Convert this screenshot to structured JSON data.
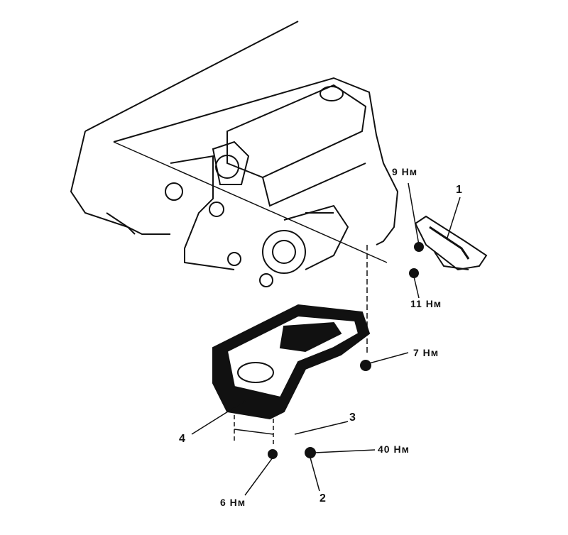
{
  "diagram": {
    "labels": {
      "torque_9": "9 Нм",
      "part_1": "1",
      "torque_11": "11 Нм",
      "torque_7": "7 Нм",
      "part_3": "3",
      "torque_40": "40 Нм",
      "part_4": "4",
      "torque_6": "6 Нм",
      "part_2": "2"
    },
    "colors": {
      "ink": "#111111",
      "background": "#ffffff"
    }
  }
}
